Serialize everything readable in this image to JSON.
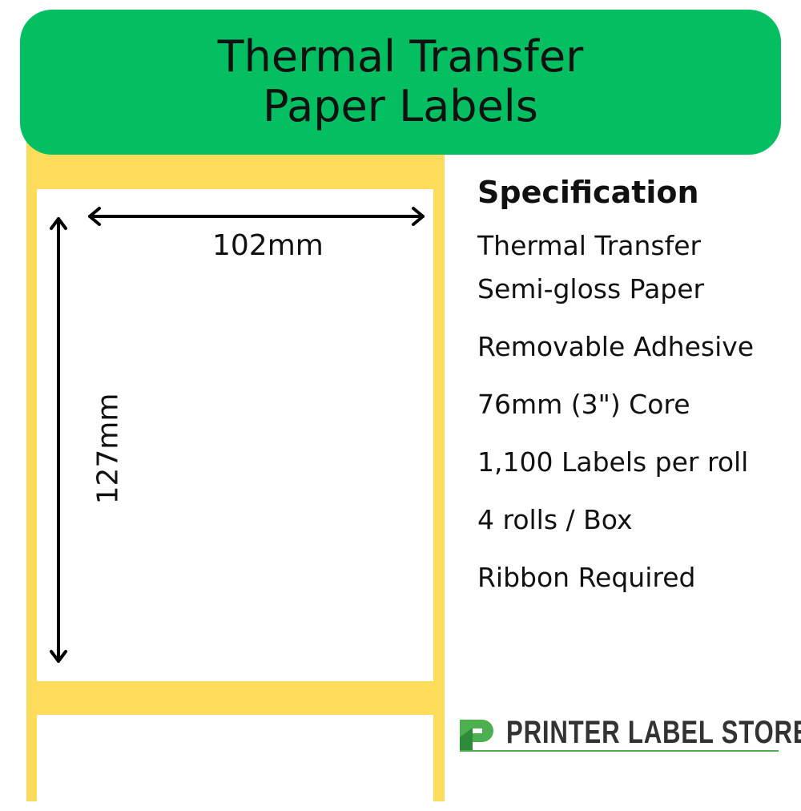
{
  "banner": {
    "line1": "Thermal Transfer",
    "line2": "Paper Labels"
  },
  "dimensions": {
    "width": "102mm",
    "height": "127mm"
  },
  "spec": {
    "title": "Specification",
    "items": [
      "Thermal Transfer",
      "Semi-gloss Paper",
      "Removable Adhesive",
      "76mm (3\") Core",
      "1,100 Labels per roll",
      "4 rolls / Box",
      "Ribbon Required"
    ]
  },
  "logo": {
    "text": "PRINTER LABEL STORE"
  },
  "colors": {
    "green": "#03BF62",
    "yellow": "#FDDC5C"
  }
}
